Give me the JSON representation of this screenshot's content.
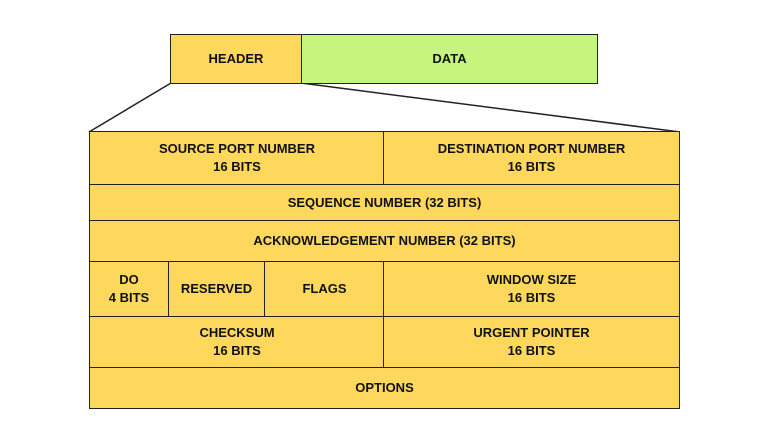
{
  "top_bar": {
    "header": "HEADER",
    "data": "DATA"
  },
  "tcp_header": {
    "source_port": {
      "label": "SOURCE PORT NUMBER",
      "size": "16 BITS"
    },
    "destination_port": {
      "label": "DESTINATION PORT NUMBER",
      "size": "16 BITS"
    },
    "sequence_number": "SEQUENCE NUMBER (32 BITS)",
    "acknowledgement_number": "ACKNOWLEDGEMENT NUMBER (32 BITS)",
    "data_offset": {
      "label": "DO",
      "size": "4 BITS"
    },
    "reserved": "RESERVED",
    "flags": "FLAGS",
    "window_size": {
      "label": "WINDOW SIZE",
      "size": "16 BITS"
    },
    "checksum": {
      "label": "CHECKSUM",
      "size": "16 BITS"
    },
    "urgent_pointer": {
      "label": "URGENT POINTER",
      "size": "16 BITS"
    },
    "options": "OPTIONS"
  },
  "colors": {
    "header_fill": "#fdd85d",
    "data_fill": "#c6f57e",
    "border": "#222222"
  }
}
